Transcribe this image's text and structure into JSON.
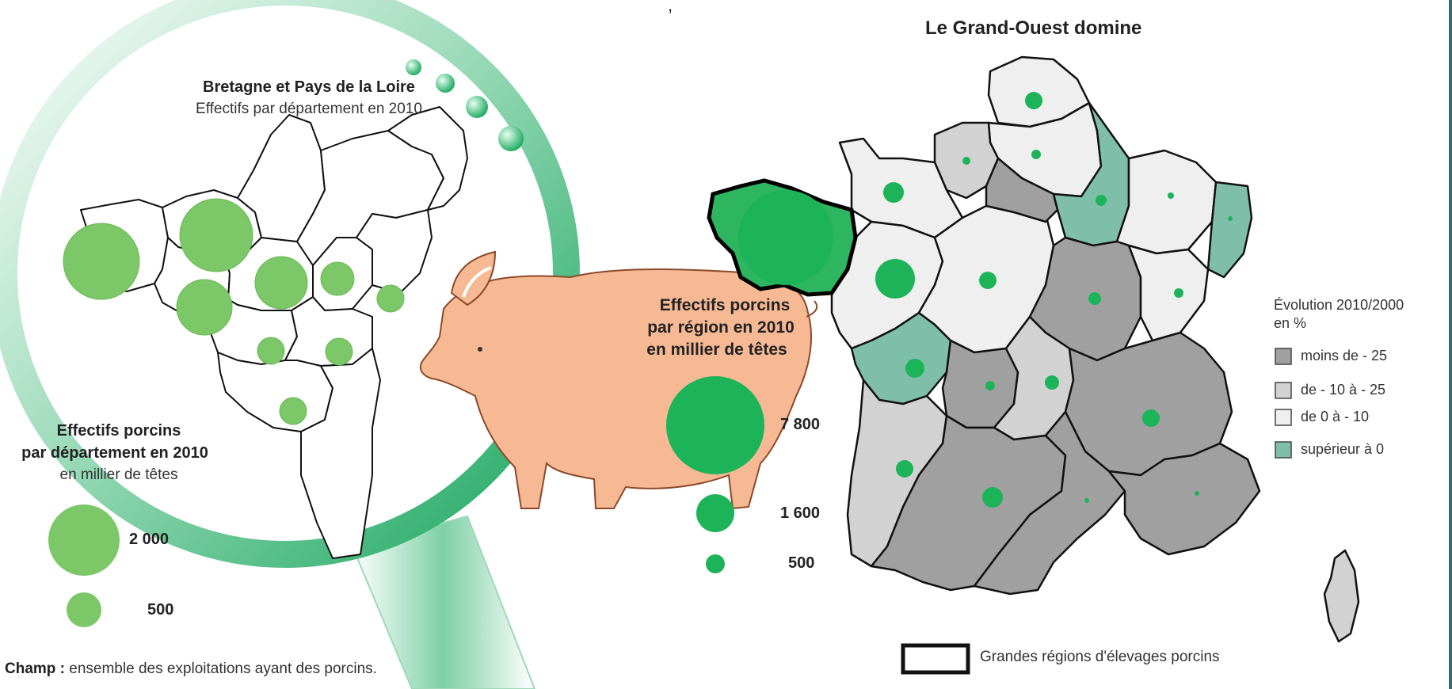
{
  "top_text_fragment": ", ",
  "national_map": {
    "title": "Le Grand-Ouest domine",
    "legend": {
      "title_line1": "Évolution 2010/2000",
      "title_line2": "en %",
      "items": [
        {
          "label": "moins de - 25",
          "color": "#a0a0a0"
        },
        {
          "label": "de - 10 à - 25",
          "color": "#d2d2d2"
        },
        {
          "label": "de 0 à - 10",
          "color": "#efefef"
        },
        {
          "label": "supérieur à 0",
          "color": "#7fbfa9"
        }
      ]
    },
    "outline_legend": "Grandes régions d'élevages porcins"
  },
  "regional_map": {
    "title": "Bretagne et Pays de la Loire",
    "subtitle": "Effectifs par département en 2010"
  },
  "pig_label": {
    "line1": "Effectifs porcins",
    "line2": "par région en 2010",
    "line3": "en millier de têtes"
  },
  "region_size_legend": {
    "values": [
      "7 800",
      "1 600",
      "500"
    ]
  },
  "dept_size_legend": {
    "line1": "Effectifs porcins",
    "line2": "par département en 2010",
    "line3": "en millier de têtes",
    "values": [
      "2 000",
      "500"
    ]
  },
  "footnote": {
    "label": "Champ :",
    "text": " ensemble des exploitations ayant des porcins."
  },
  "colors": {
    "green_symbol": "#1db359",
    "light_green_symbol": "#7cc768",
    "magnifier_green": "#1aa860",
    "pig_fill": "#f6b994",
    "frame": "#2f6f6f"
  }
}
